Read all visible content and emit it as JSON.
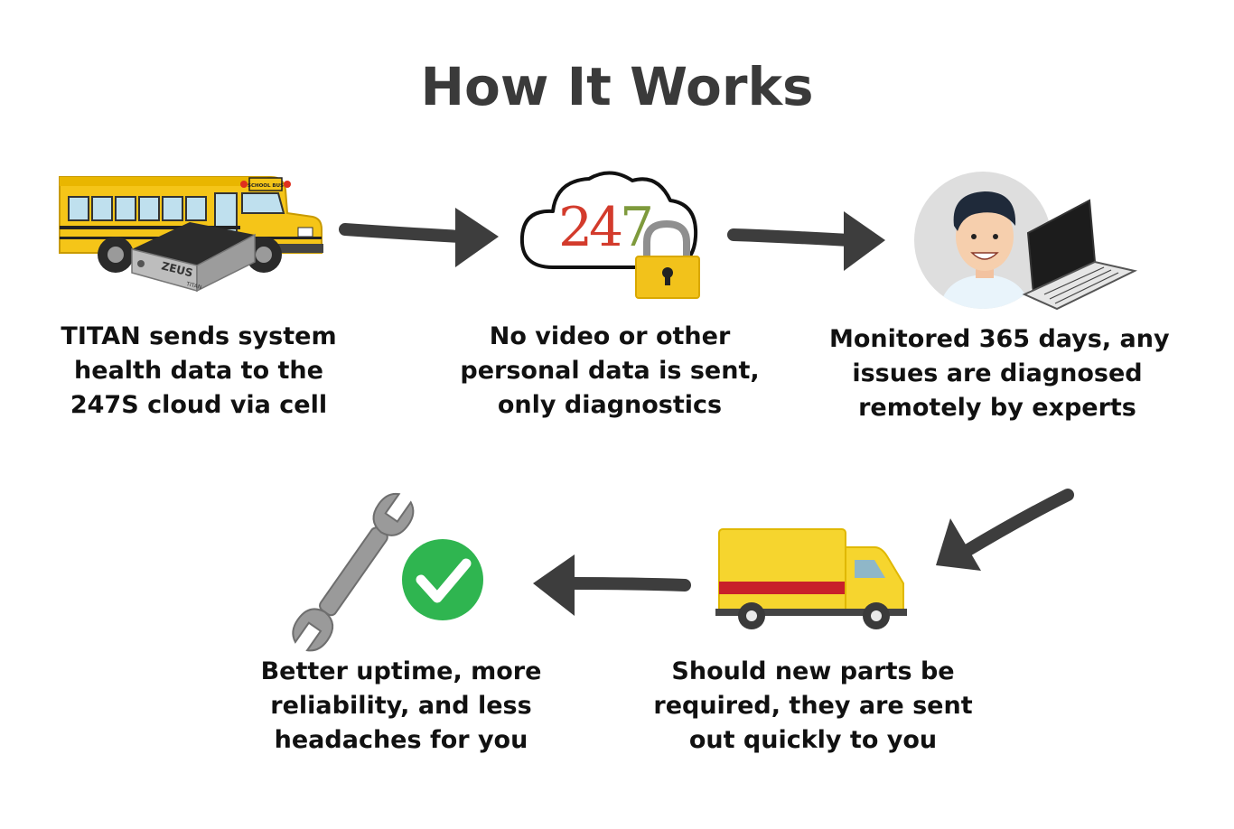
{
  "title": "How It Works",
  "steps": [
    {
      "lines": [
        "TITAN sends system",
        "health data to the",
        "247S cloud via cell"
      ]
    },
    {
      "lines": [
        "No video or other",
        "personal data is sent,",
        "only diagnostics"
      ]
    },
    {
      "lines": [
        "Monitored 365 days, any",
        "issues are diagnosed",
        "remotely by experts"
      ]
    },
    {
      "lines": [
        "Better uptime, more",
        "reliability, and less",
        "headaches for you"
      ]
    },
    {
      "lines": [
        "Should new parts be",
        "required, they are sent",
        "out quickly to you"
      ]
    }
  ],
  "cloud_logo": {
    "d1": "2",
    "d2": "4",
    "d3": "7"
  },
  "device_labels": {
    "brand": "ZEUS",
    "model": "TITAN",
    "bus_sign": "SCHOOL BUS"
  },
  "colors": {
    "title": "#3a3a3a",
    "arrow": "#3d3d3d",
    "bus_yellow": "#f5c518",
    "truck_yellow": "#f6d52e",
    "truck_stripe": "#c8202a",
    "check_green": "#2fb550",
    "lock_gold": "#f2c21b",
    "logo_red": "#d33b2c",
    "logo_green": "#7e9a3c"
  },
  "icons": [
    "school-bus-icon",
    "dvr-device-icon",
    "cloud-icon",
    "padlock-icon",
    "support-person-icon",
    "laptop-icon",
    "delivery-truck-icon",
    "wrench-icon",
    "checkmark-icon"
  ]
}
